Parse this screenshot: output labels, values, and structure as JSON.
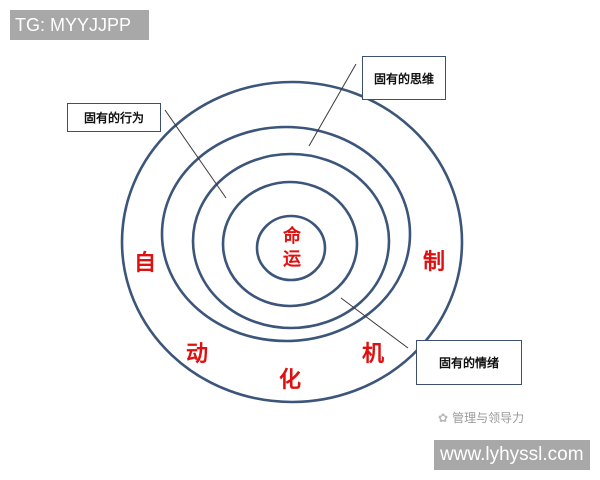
{
  "top_tag": "TG: MYYJJPP",
  "bottom_tag": "www.lyhyssl.com",
  "watermark": {
    "icon": "wechat-icon",
    "text": "管理与领导力"
  },
  "diagram": {
    "center_text": [
      "命",
      "运"
    ],
    "callouts": {
      "behavior": "固有的行为",
      "thinking": "固有的思维",
      "emotion": "固有的情绪"
    },
    "ring_text": [
      "自",
      "动",
      "化",
      "机",
      "制"
    ],
    "colors": {
      "ring": "#3c557a",
      "accent": "#e01010",
      "leader": "#3a3a3a"
    }
  }
}
